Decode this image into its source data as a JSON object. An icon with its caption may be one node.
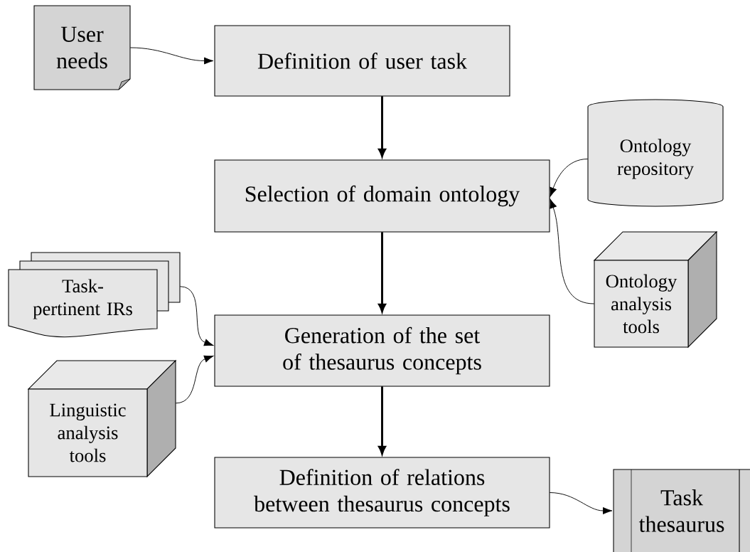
{
  "diagram": {
    "nodes": [
      {
        "text": [
          "User needs"
        ]
      },
      {
        "text": [
          "Definition of user task"
        ]
      },
      {
        "text": [
          "Ontology repository"
        ]
      },
      {
        "text": [
          "Selection of domain ontology"
        ]
      },
      {
        "text": [
          "Ontology analysis tools"
        ]
      },
      {
        "text": [
          "Task-pertinent IRs"
        ]
      },
      {
        "text": [
          "Generation of the set of thesaurus concepts"
        ]
      },
      {
        "text": [
          "Linguistic analysis tools"
        ]
      },
      {
        "text": [
          "Definition of relations between thesaurus concepts"
        ]
      },
      {
        "text": [
          "Task thesaurus"
        ]
      }
    ],
    "edges": [
      {
        "from": 0,
        "to": 1,
        "arrow": "to"
      },
      {
        "from": 1,
        "to": 3,
        "arrow": "to",
        "style": "thick"
      },
      {
        "from": 2,
        "to": 3,
        "arrow": "to"
      },
      {
        "from": 4,
        "to": 3,
        "arrow": "to"
      },
      {
        "from": 3,
        "to": 6,
        "arrow": "to",
        "style": "thick"
      },
      {
        "from": 5,
        "to": 6,
        "arrow": "to"
      },
      {
        "from": 7,
        "to": 6,
        "arrow": "to"
      },
      {
        "from": 6,
        "to": 8,
        "arrow": "to",
        "style": "thick"
      },
      {
        "from": 8,
        "to": 9,
        "arrow": "to"
      }
    ]
  }
}
